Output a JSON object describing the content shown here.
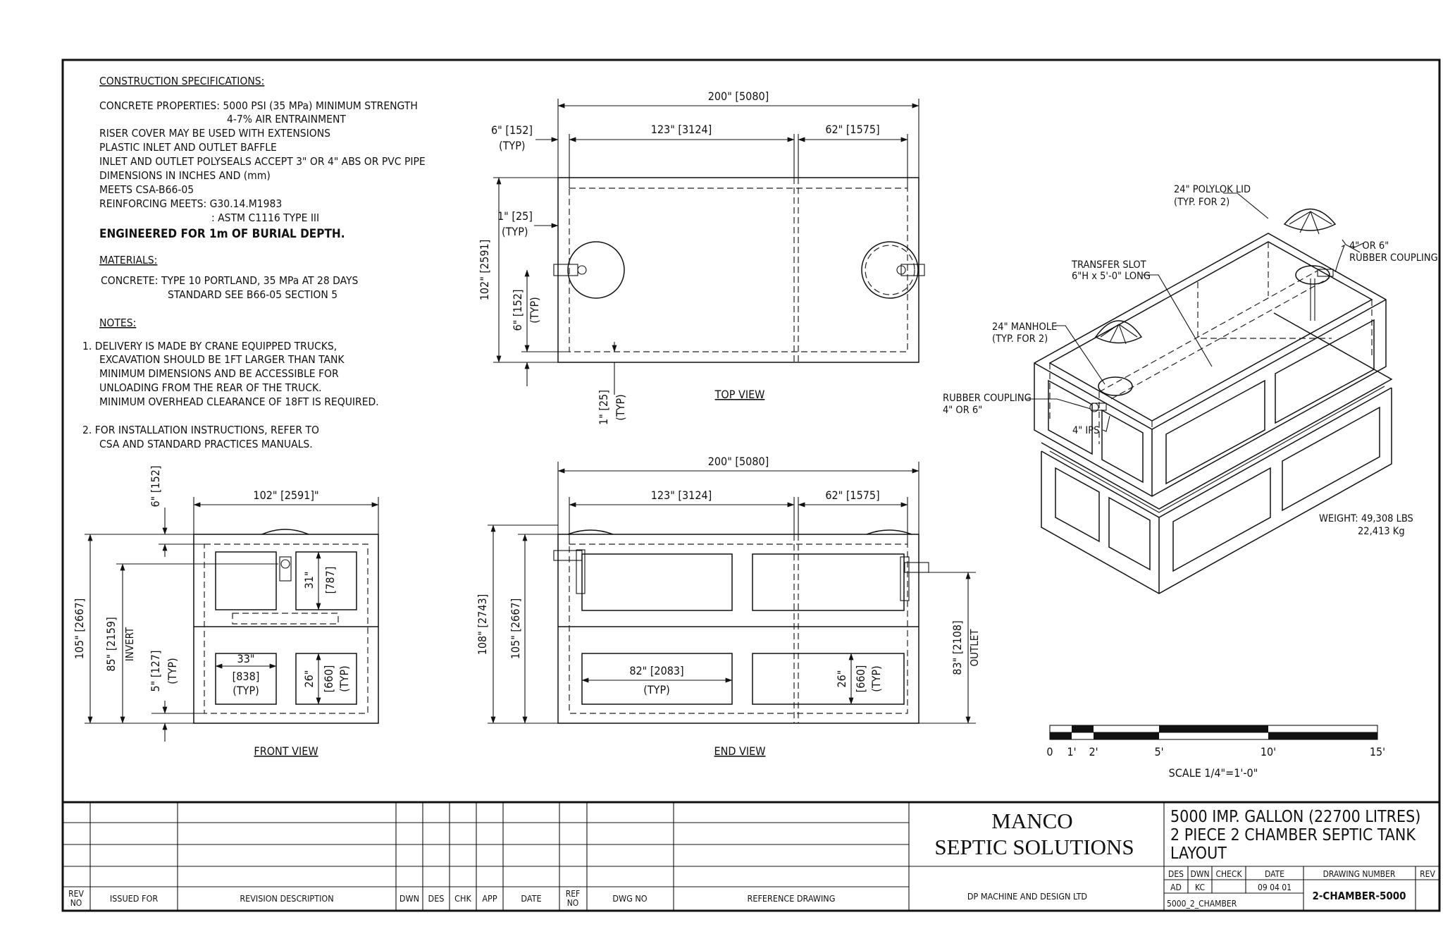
{
  "specs": {
    "heading": "CONSTRUCTION SPECIFICATIONS:",
    "lines": [
      "CONCRETE PROPERTIES:  5000 PSI (35 MPa) MINIMUM STRENGTH",
      "4-7% AIR ENTRAINMENT",
      "RISER COVER MAY BE USED WITH EXTENSIONS",
      "PLASTIC INLET AND OUTLET BAFFLE",
      "INLET AND OUTLET POLYSEALS ACCEPT 3\" OR 4\" ABS OR PVC PIPE",
      "DIMENSIONS IN INCHES AND (mm)",
      "MEETS CSA-B66-05",
      "REINFORCING MEETS:  G30.14.M1983",
      ": ASTM C1116 TYPE III"
    ],
    "engineered": "ENGINEERED FOR 1m OF BURIAL DEPTH."
  },
  "materials": {
    "heading": "MATERIALS:",
    "line1": "CONCRETE:   TYPE 10 PORTLAND, 35 MPa AT 28 DAYS",
    "line2": "STANDARD SEE B66-05 SECTION 5"
  },
  "notes": {
    "heading": "NOTES:",
    "n1": [
      "1.  DELIVERY IS MADE BY CRANE EQUIPPED TRUCKS,",
      "EXCAVATION SHOULD BE 1FT LARGER THAN TANK",
      "MINIMUM DIMENSIONS AND BE ACCESSIBLE FOR",
      "UNLOADING FROM THE REAR OF THE TRUCK.",
      "MINIMUM OVERHEAD CLEARANCE OF 18FT IS REQUIRED."
    ],
    "n2": [
      "2.  FOR INSTALLATION INSTRUCTIONS, REFER TO",
      "CSA AND STANDARD PRACTICES MANUALS."
    ]
  },
  "top_view": {
    "label": "TOP VIEW",
    "overall": "200\" [5080]",
    "seg1": "123\" [3124]",
    "seg2": "62\" [1575]",
    "edge": "6\" [152]",
    "edge_typ": "(TYP)",
    "wall": "1\" [25]",
    "wall_typ": "(TYP)",
    "width": "102\" [2591]",
    "pipe": "6\" [152]",
    "pipe_typ": "(TYP)",
    "bottom": "1\" [25]",
    "bottom_typ": "(TYP)"
  },
  "front_view": {
    "label": "FRONT VIEW",
    "width": "102\" [2591]\"",
    "top": "6\" [152]",
    "height": "105\" [2667]",
    "invert": "85\" [2159]",
    "invert_label": "INVERT",
    "base": "5\" [127]",
    "base_typ": "(TYP)",
    "upper_h": "31\"",
    "upper_h_mm": "[787]",
    "lower_w": "33\"",
    "lower_w_mm": "[838]",
    "lower_w_typ": "(TYP)",
    "lower_h": "26\"",
    "lower_h_mm": "[660]",
    "lower_h_typ": "(TYP)"
  },
  "end_view": {
    "label": "END VIEW",
    "overall": "200\" [5080]",
    "seg1": "123\" [3124]",
    "seg2": "62\" [1575]",
    "h_outer": "108\" [2743]",
    "h_inner": "105\" [2667]",
    "panel_w": "82\" [2083]",
    "panel_typ": "(TYP)",
    "panel_h": "26\"",
    "panel_h_mm": "[660]",
    "panel_h_typ": "(TYP)",
    "outlet": "83\" [2108]",
    "outlet_label": "OUTLET"
  },
  "iso": {
    "lid": "24\" POLYLOK LID",
    "lid_typ": "(TYP. FOR 2)",
    "coupling1": "4\" OR 6\"",
    "coupling2": "RUBBER COUPLING",
    "slot1": "TRANSFER SLOT",
    "slot2": "6\"H x 5'-0\" LONG",
    "manhole": "24\" MANHOLE",
    "manhole_typ": "(TYP. FOR 2)",
    "rubber1": "RUBBER COUPLING",
    "rubber2": "4\" OR 6\"",
    "ips": "4\" IPS",
    "weight1": "WEIGHT:  49,308 LBS",
    "weight2": "22,413 Kg"
  },
  "scale": {
    "ticks": [
      "0",
      "1'",
      "2'",
      "5'",
      "10'",
      "15'"
    ],
    "label": "SCALE 1/4\"=1'-0\""
  },
  "title_block": {
    "rev_headers": [
      "REV\nNO",
      "ISSUED FOR",
      "REVISION DESCRIPTION",
      "DWN",
      "DES",
      "CHK",
      "APP",
      "DATE"
    ],
    "ref_headers": [
      "REF\nNO",
      "DWG NO",
      "REFERENCE DRAWING"
    ],
    "company1": "MANCO",
    "company2": "SEPTIC  SOLUTIONS",
    "designer": "DP MACHINE AND DESIGN LTD",
    "title1": "5000 IMP. GALLON (22700 LITRES)",
    "title2": "2 PIECE 2 CHAMBER SEPTIC TANK",
    "title3": "LAYOUT",
    "cols": [
      "DES",
      "DWN",
      "CHECK",
      "DATE"
    ],
    "vals": [
      "AD",
      "KC",
      "",
      "09 04 01"
    ],
    "dwg_number_label": "DRAWING NUMBER",
    "rev_label": "REV",
    "dwg_number": "2-CHAMBER-5000",
    "file": "5000_2_CHAMBER"
  }
}
